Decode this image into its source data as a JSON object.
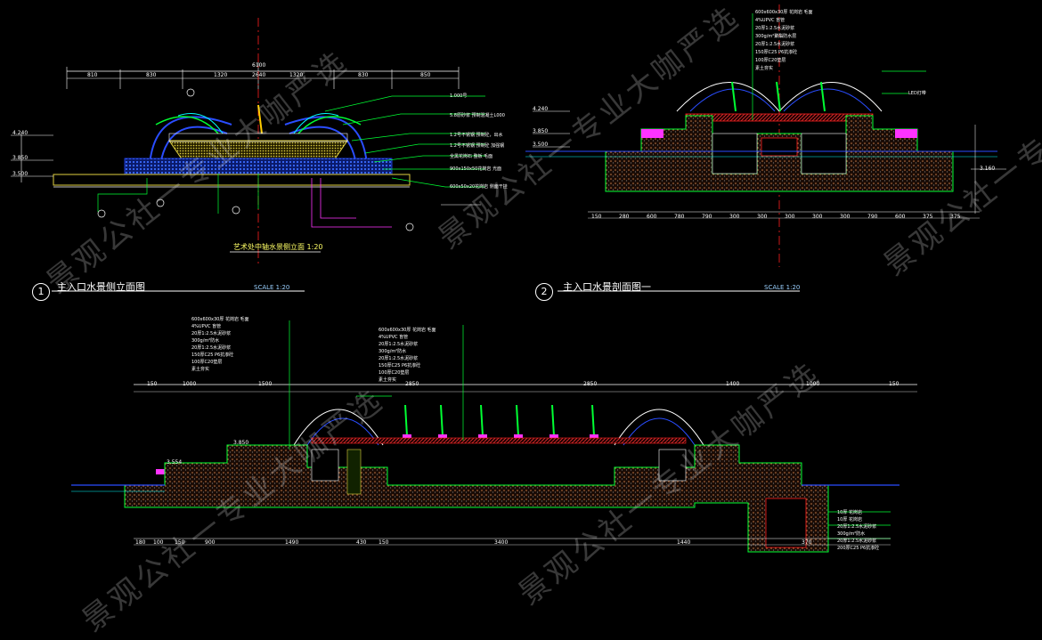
{
  "titles": {
    "fig1": {
      "number": "1",
      "label": "主入口水景侧立面图",
      "scale": "SCALE 1:20"
    },
    "fig2": {
      "number": "2",
      "label": "主入口水景剖面图一",
      "scale": "SCALE 1:20"
    },
    "sub1": "艺术处中轴水景侧立面 1:20"
  },
  "watermark": "景观公社一专业大咖严选",
  "dims": {
    "top_left_total": "6100",
    "top_left_row": [
      "810",
      "830",
      "1320",
      "2640",
      "1320",
      "830",
      "850"
    ],
    "top_left_elev": [
      "4.240",
      "3.850",
      "3.500"
    ],
    "top_right_elev": [
      "4.240",
      "3.850",
      "3.500",
      "3.160"
    ],
    "top_right_bottom": [
      "150",
      "280",
      "600",
      "780",
      "790",
      "300",
      "300",
      "300",
      "300",
      "300",
      "790",
      "600",
      "375",
      "375"
    ],
    "bottom_top": [
      "150",
      "1000",
      "1500",
      "2850",
      "2850",
      "1400",
      "1000",
      "150"
    ],
    "bottom_bottom": [
      "180",
      "100",
      "150",
      "900",
      "1490",
      "430",
      "150",
      "3400",
      "1440",
      "370"
    ],
    "bottom_elev": [
      "3.850",
      "3.554"
    ]
  },
  "notes": {
    "left": [
      "1.000号",
      "5.8原砂浆 预制混凝土L000",
      "1.2号不锈钢 预制砼，出水",
      "1.2号不锈钢 预制砼 加强钢",
      "全黑花岗石 整板 毛面",
      "900x150x50花岗岩 光面",
      "600x50x20花岗岩 侧面干挂"
    ],
    "right_top": [
      "600x600x30厚 花岗岩 毛面",
      "4%UPVC 盲管",
      "20厚1:2.5水泥砂浆",
      "300g/m²聚酯防水层",
      "20厚1:2.5水泥砂浆",
      "150厚C25 P6抗渗砼",
      "100厚C20垫层",
      "素土夯实"
    ],
    "bottom_mid": [
      "600x600x30厚 花岗岩 毛面",
      "4%UPVC 盲管",
      "20厚1:2.5水泥砂浆",
      "300g/m²防水",
      "20厚1:2.5水泥砂浆",
      "150厚C25 P6抗渗砼",
      "100厚C20垫层",
      "素土夯实"
    ],
    "bottom_right": [
      "10厚 花岗岩",
      "10厚 花岗岩",
      "20厚1:2.5水泥砂浆",
      "300g/m²防水",
      "20厚1:2.5水泥砂浆",
      "200厚C25 P6抗渗砼"
    ],
    "led": "LED灯带"
  },
  "colors": {
    "green": "#00ff33",
    "red": "#ff2020",
    "yellow": "#ffff33",
    "blue": "#2a4dff",
    "white": "#ffffff",
    "magenta": "#ff33ff",
    "cyan": "#00ffff",
    "brown": "#8a3a18",
    "orange": "#ff8a2a"
  }
}
